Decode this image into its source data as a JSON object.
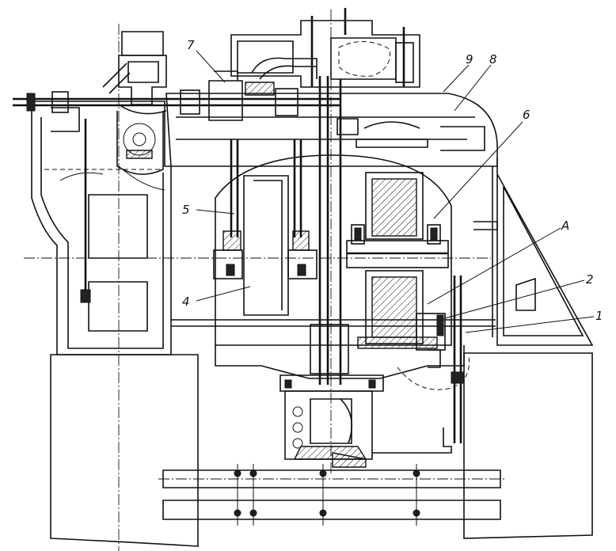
{
  "callouts": [
    {
      "id": "1",
      "label": "1"
    },
    {
      "id": "2",
      "label": "2"
    },
    {
      "id": "A",
      "label": "A"
    },
    {
      "id": "4",
      "label": "4"
    },
    {
      "id": "5",
      "label": "5"
    },
    {
      "id": "6",
      "label": "6"
    },
    {
      "id": "7",
      "label": "7"
    },
    {
      "id": "8",
      "label": "8"
    },
    {
      "id": "9",
      "label": "9"
    }
  ]
}
